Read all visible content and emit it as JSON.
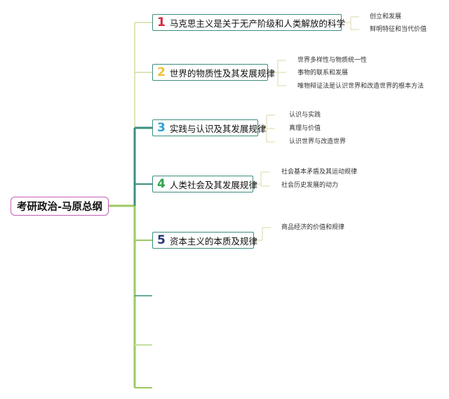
{
  "root": {
    "label": "考研政治-马原总纲"
  },
  "topics": [
    {
      "number": "1",
      "color": "#d6263c",
      "label": "马克思主义是关于无产阶级和人类解放的科学",
      "icon": "link-icon",
      "children": [
        "创立和发展",
        "鲜明特征和当代价值"
      ]
    },
    {
      "number": "2",
      "color": "#f2c12e",
      "label": "世界的物质性及其发展规律",
      "children": [
        "世界多样性与物质统一性",
        "事物的联系和发展",
        "唯物辩证法是认识世界和改造世界的根本方法"
      ]
    },
    {
      "number": "3",
      "color": "#2a9fd8",
      "label": "实践与认识及其发展规律",
      "children": [
        "认识与实践",
        "真理与价值",
        "认识世界与改造世界"
      ]
    },
    {
      "number": "4",
      "color": "#2fa34a",
      "label": "人类社会及其发展规律",
      "children": [
        "社会基本矛盾及其运动规律",
        "社会历史发展的动力"
      ]
    },
    {
      "number": "5",
      "color": "#23367c",
      "label": "资本主义的本质及规律",
      "children": [
        "商品经济的价值和规律"
      ]
    }
  ],
  "colors": {
    "trunk": "#9dca62",
    "trunk_dark": "#3c8f80",
    "root_border": "#c45fb6",
    "branch_line": "#d9d9a8"
  }
}
